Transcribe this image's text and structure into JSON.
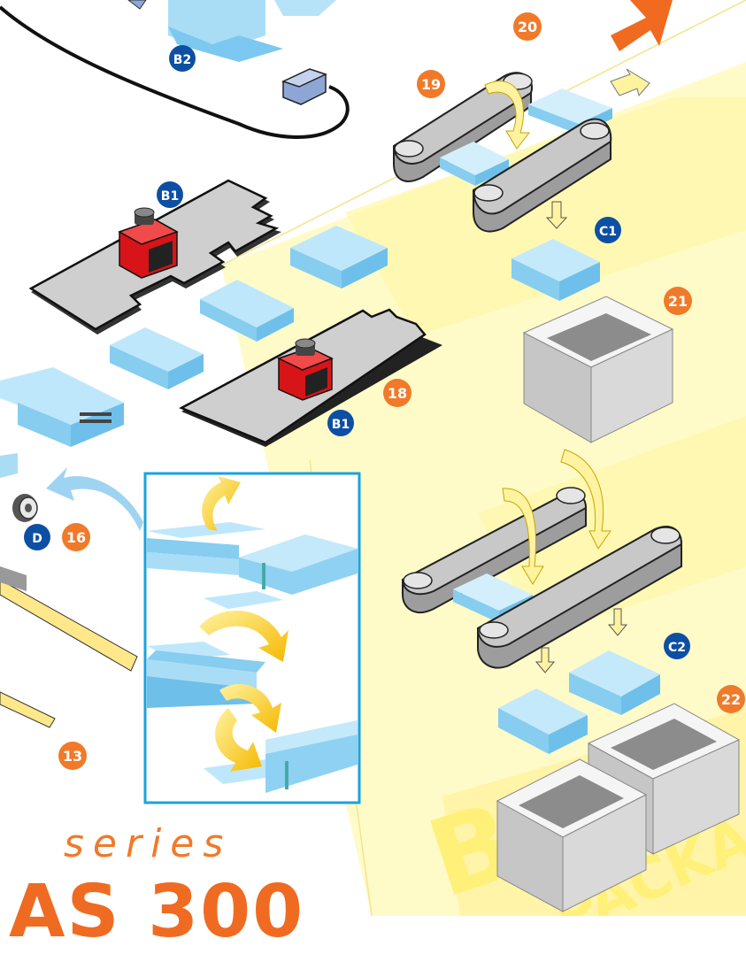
{
  "badges": {
    "n13": "13",
    "n16": "16",
    "n18": "18",
    "n19": "19",
    "n20": "20",
    "n21": "21",
    "n22": "22",
    "b1_top": "B1",
    "b1_bottom": "B1",
    "b2": "B2",
    "c1": "C1",
    "c2": "C2",
    "d": "D"
  },
  "series_label": "series",
  "model_label": "AS 300",
  "watermark": {
    "letter": "B",
    "word": "PACKAGIN"
  },
  "colors": {
    "orange_badge": "#f07a2a",
    "blue_badge": "#0d4fa3",
    "pale_yellow": "#fff7b3",
    "sky_blue": "#9fd9f7",
    "conveyor_grey": "#b7b7b7",
    "camera_red": "#e2191c",
    "inset_border": "#1aa3dd",
    "arrow_yellow": "#f8c400"
  }
}
